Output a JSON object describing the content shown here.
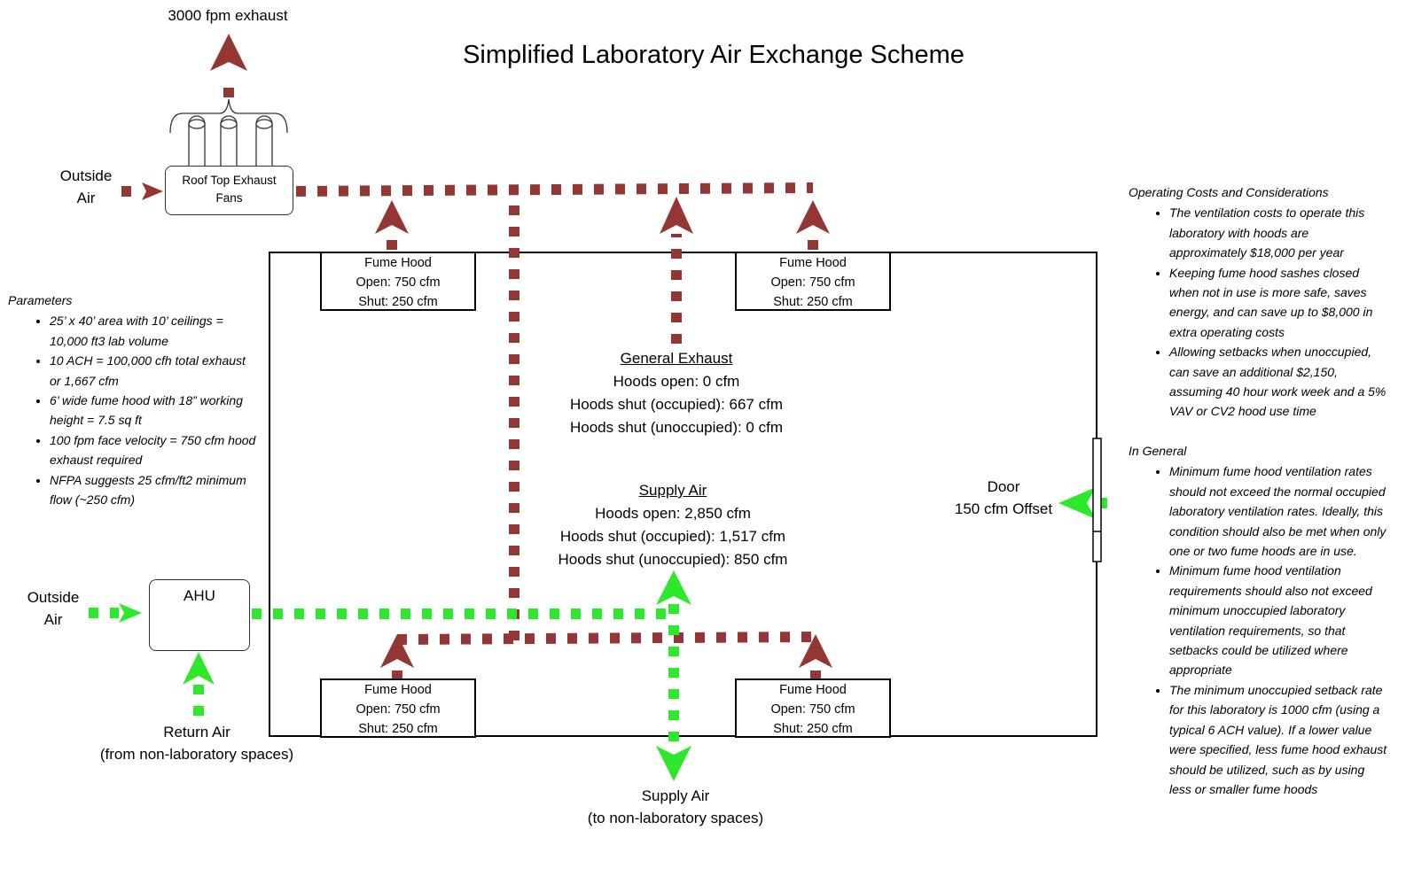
{
  "title": "Simplified Laboratory Air Exchange Scheme",
  "colors": {
    "exhaust": "#943634",
    "supply": "#2ee82e",
    "outline": "#000000"
  },
  "top_exhaust_label": "3000 fpm exhaust",
  "roof_fans": {
    "line1": "Roof Top Exhaust",
    "line2": "Fans"
  },
  "outside_air_top": {
    "line1": "Outside",
    "line2": "Air"
  },
  "outside_air_bottom": {
    "line1": "Outside",
    "line2": "Air"
  },
  "ahu": {
    "label": "AHU"
  },
  "return_air": {
    "line1": "Return Air",
    "line2": "(from non-laboratory spaces)"
  },
  "supply_out": {
    "line1": "Supply Air",
    "line2": "(to non-laboratory spaces)"
  },
  "door": {
    "line1": "Door",
    "line2": "150 cfm Offset"
  },
  "hoods": [
    {
      "title": "Fume Hood",
      "open": "Open: 750 cfm",
      "shut": "Shut: 250 cfm"
    },
    {
      "title": "Fume Hood",
      "open": "Open: 750 cfm",
      "shut": "Shut: 250 cfm"
    },
    {
      "title": "Fume Hood",
      "open": "Open: 750 cfm",
      "shut": "Shut: 250 cfm"
    },
    {
      "title": "Fume Hood",
      "open": "Open: 750 cfm",
      "shut": "Shut: 250 cfm"
    }
  ],
  "general_exhaust": {
    "heading": "General Exhaust",
    "lines": [
      "Hoods open:  0 cfm",
      "Hoods shut (occupied):  667 cfm",
      "Hoods shut (unoccupied):  0 cfm"
    ]
  },
  "supply_air": {
    "heading": "Supply Air",
    "lines": [
      "Hoods open: 2,850 cfm",
      "Hoods shut (occupied): 1,517 cfm",
      "Hoods shut (unoccupied): 850 cfm"
    ]
  },
  "parameters": {
    "heading": "Parameters",
    "items": [
      "25’ x 40’ area with 10’ ceilings = 10,000 ft3 lab volume",
      "10 ACH = 100,000 cfh total exhaust or 1,667 cfm",
      "6’ wide fume hood with 18” working height = 7.5 sq ft",
      "100 fpm face velocity = 750 cfm hood exhaust required",
      "NFPA suggests 25 cfm/ft2 minimum flow  (~250 cfm)"
    ]
  },
  "operating_costs": {
    "heading": "Operating Costs and Considerations",
    "items": [
      "The ventilation costs to operate this laboratory with hoods are approximately $18,000 per year",
      "Keeping fume hood sashes closed when not in use is more safe, saves energy, and can save up to $8,000 in extra operating costs",
      "Allowing setbacks when unoccupied, can save an additional  $2,150, assuming 40 hour work week and a 5% VAV or CV2 hood use time"
    ]
  },
  "in_general": {
    "heading": "In General",
    "items": [
      "Minimum fume hood ventilation rates should not exceed the normal occupied laboratory ventilation rates. Ideally, this condition should also be met when only one or two fume hoods are in use.",
      "Minimum fume hood ventilation requirements should also not exceed minimum unoccupied laboratory ventilation requirements, so that setbacks could be utilized where appropriate",
      "The minimum unoccupied setback rate for this laboratory is 1000 cfm (using a typical 6 ACH value). If a lower value were specified, less fume hood exhaust should be utilized, such as by using less or smaller fume hoods"
    ]
  }
}
